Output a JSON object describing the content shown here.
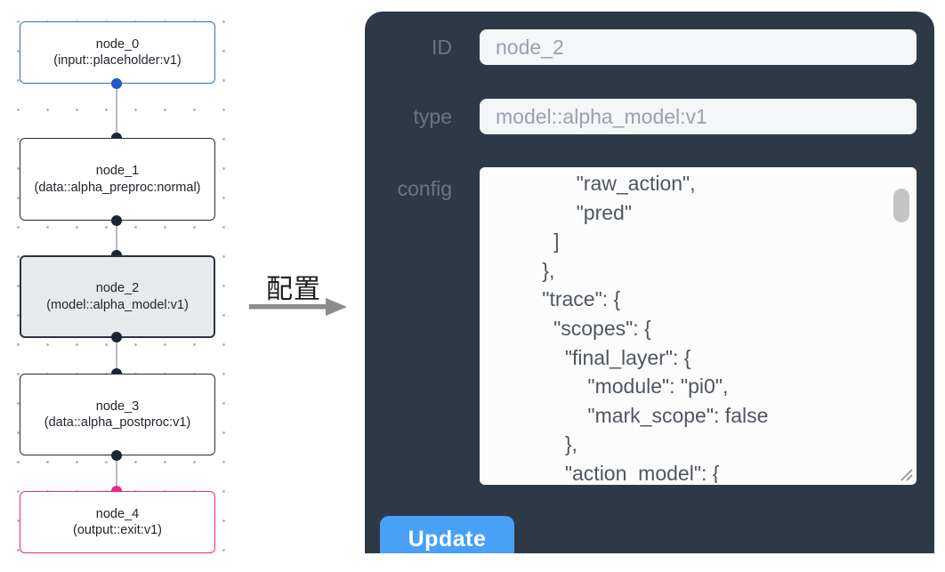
{
  "canvas": {
    "nodes": [
      {
        "title": "node_0",
        "subtitle": "(input::placeholder:v1)"
      },
      {
        "title": "node_1",
        "subtitle": "(data::alpha_preproc:normal)"
      },
      {
        "title": "node_2",
        "subtitle": "(model::alpha_model:v1)"
      },
      {
        "title": "node_3",
        "subtitle": "(data::alpha_postproc:v1)"
      },
      {
        "title": "node_4",
        "subtitle": "(output::exit:v1)"
      }
    ],
    "selected_node": "node_2",
    "colors": {
      "input_accent": "#1d58cf",
      "output_accent": "#e72a84",
      "default_port": "#1c2533"
    }
  },
  "annotation": {
    "label": "配置"
  },
  "panel": {
    "background": "#2e3948",
    "accent": "#48a1f7",
    "fields": [
      {
        "label": "ID",
        "value": "node_2"
      },
      {
        "label": "type",
        "value": "model::alpha_model:v1"
      }
    ],
    "config": {
      "label": "config",
      "text": "                 \"raw_action\",\n                 \"pred\"\n             ]\n           },\n           \"trace\": {\n             \"scopes\": {\n               \"final_layer\": {\n                   \"module\": \"pi0\",\n                   \"mark_scope\": false\n               },\n               \"action_model\": {"
    },
    "update_label": "Update"
  }
}
